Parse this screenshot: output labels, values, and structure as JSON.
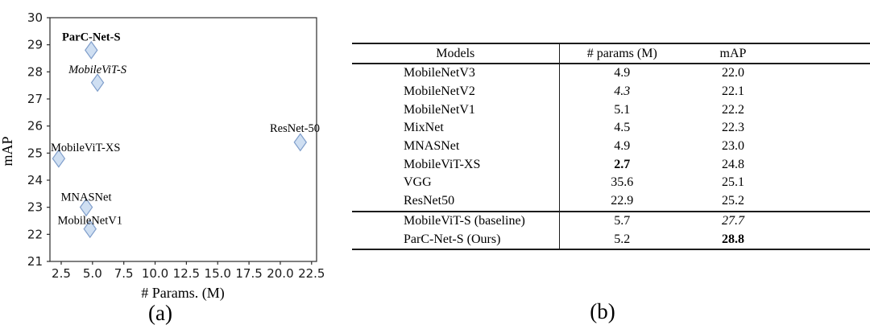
{
  "figure": {
    "caption_a": "(a)",
    "caption_b": "(b)"
  },
  "chart_data": {
    "type": "scatter",
    "title": "",
    "xlabel": "# Params. (M)",
    "ylabel": "mAP",
    "xlim": [
      1.6,
      22.9
    ],
    "ylim": [
      21,
      30
    ],
    "x_ticks": [
      "2.5",
      "5.0",
      "7.5",
      "10.0",
      "12.5",
      "15.0",
      "17.5",
      "20.0",
      "22.5"
    ],
    "y_ticks": [
      "30",
      "29",
      "28",
      "27",
      "26",
      "25",
      "24",
      "23",
      "22",
      "21"
    ],
    "grid": false,
    "legend": "none",
    "marker": {
      "shape": "diamond",
      "fill": "#cfdff2",
      "stroke": "#7f9ecb"
    },
    "points": [
      {
        "label": "ParC-Net-S",
        "x": 4.9,
        "y": 28.8,
        "label_style": "bold",
        "label_align": "center",
        "label_dy": -12
      },
      {
        "label": "MobileViT-S",
        "x": 5.4,
        "y": 27.6,
        "label_style": "italic",
        "label_align": "center",
        "label_dy": -12
      },
      {
        "label": "MobileViT-XS",
        "x": 2.3,
        "y": 24.8,
        "label_style": "normal",
        "label_align": "left-edge",
        "label_dy": -9
      },
      {
        "label": "MNASNet",
        "x": 4.5,
        "y": 23.0,
        "label_style": "normal",
        "label_align": "center",
        "label_dy": -8
      },
      {
        "label": "MobileNetV1",
        "x": 4.8,
        "y": 22.2,
        "label_style": "normal",
        "label_align": "center",
        "label_dy": -6
      },
      {
        "label": "ResNet-50",
        "x": 21.6,
        "y": 25.4,
        "label_style": "normal",
        "label_align": "right-edge",
        "label_dy": -13
      }
    ]
  },
  "table": {
    "headers": [
      "Models",
      "# params (M)",
      "mAP"
    ],
    "rows": [
      {
        "model": "MobileNetV3",
        "params": "4.9",
        "map": "22.0",
        "section": 1
      },
      {
        "model": "MobileNetV2",
        "params": "4.3",
        "map": "22.1",
        "params_style": "italic",
        "section": 1
      },
      {
        "model": "MobileNetV1",
        "params": "5.1",
        "map": "22.2",
        "section": 1
      },
      {
        "model": "MixNet",
        "params": "4.5",
        "map": "22.3",
        "section": 1
      },
      {
        "model": "MNASNet",
        "params": "4.9",
        "map": "23.0",
        "section": 1
      },
      {
        "model": "MobileViT-XS",
        "params": "2.7",
        "map": "24.8",
        "params_style": "bold",
        "section": 1
      },
      {
        "model": "VGG",
        "params": "35.6",
        "map": "25.1",
        "section": 1
      },
      {
        "model": "ResNet50",
        "params": "22.9",
        "map": "25.2",
        "section": 1
      },
      {
        "model": "MobileViT-S (baseline)",
        "params": "5.7",
        "map": "27.7",
        "map_style": "italic",
        "section": 2
      },
      {
        "model": "ParC-Net-S (Ours)",
        "params": "5.2",
        "map": "28.8",
        "map_style": "bold",
        "section": 2
      }
    ]
  }
}
